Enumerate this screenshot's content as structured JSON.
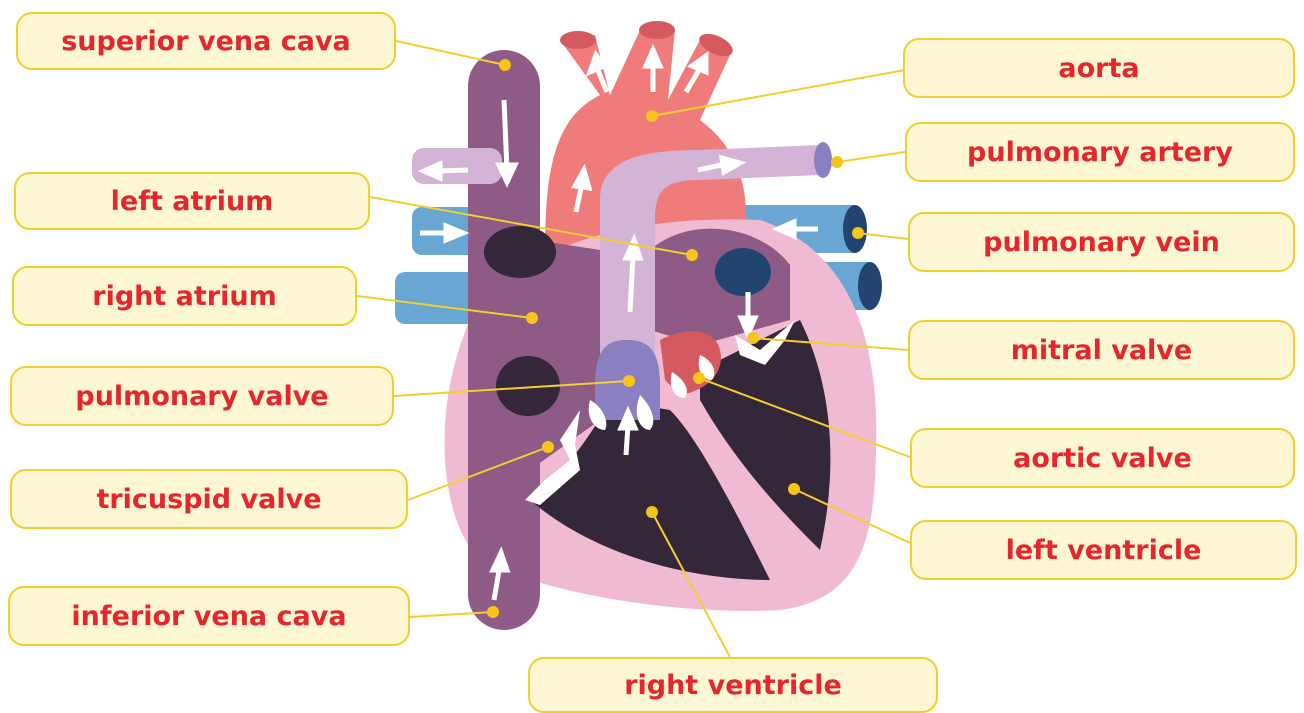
{
  "labels": {
    "superior_vena_cava": "superior vena cava",
    "aorta": "aorta",
    "pulmonary_artery": "pulmonary artery",
    "left_atrium": "left atrium",
    "pulmonary_vein": "pulmonary vein",
    "right_atrium": "right atrium",
    "mitral_valve": "mitral valve",
    "pulmonary_valve": "pulmonary valve",
    "aortic_valve": "aortic valve",
    "tricuspid_valve": "tricuspid valve",
    "left_ventricle": "left ventricle",
    "inferior_vena_cava": "inferior vena cava",
    "right_ventricle": "right ventricle"
  },
  "colors": {
    "label_fill": "#fdf7d4",
    "label_border": "#f2cf2e",
    "label_text": "#e5262c",
    "leader_line": "#f2cf2e",
    "aorta": "#f07b7b",
    "vena_cava": "#8e5a86",
    "pulmonary_artery": "#d4b4d6",
    "pulmonary_vein": "#6aa6d4",
    "heart_wall": "#f1bad3",
    "chamber": "#342739"
  }
}
